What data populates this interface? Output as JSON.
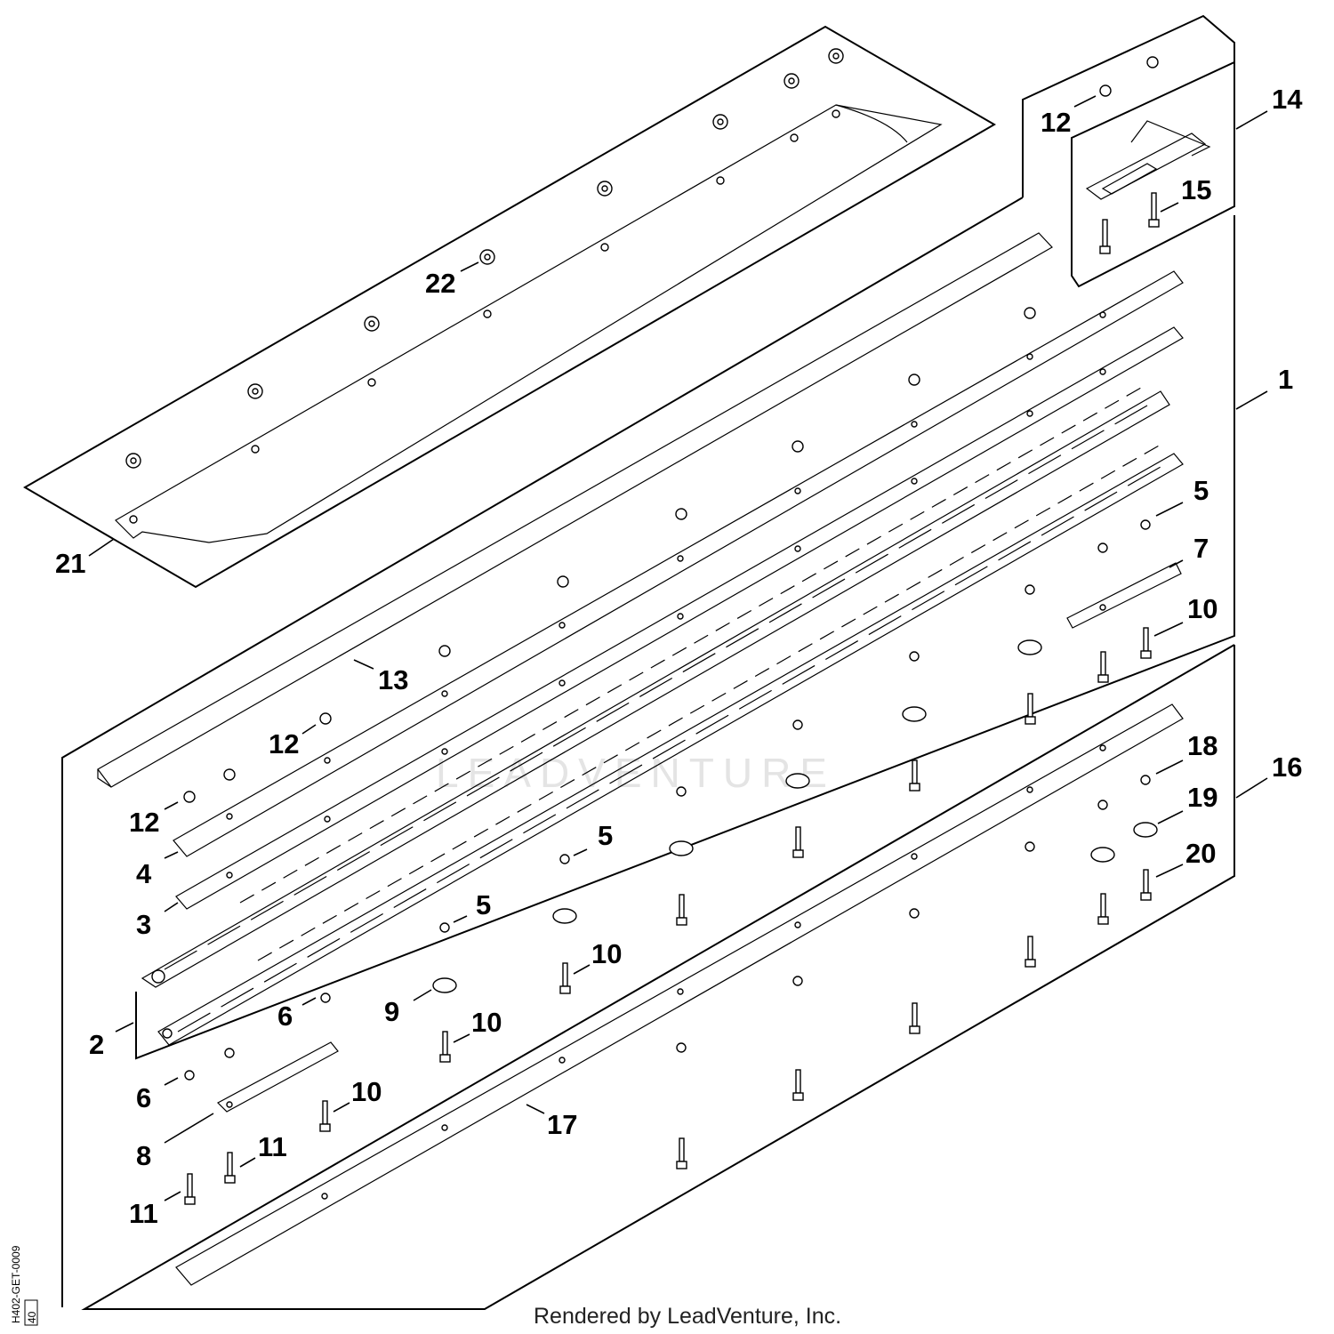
{
  "diagram": {
    "callouts": {
      "c1": "1",
      "c2": "2",
      "c3": "3",
      "c4": "4",
      "c5a": "5",
      "c5b": "5",
      "c5c": "5",
      "c6a": "6",
      "c6b": "6",
      "c7": "7",
      "c8": "8",
      "c9": "9",
      "c10a": "10",
      "c10b": "10",
      "c10c": "10",
      "c10d": "10",
      "c11a": "11",
      "c11b": "11",
      "c12a": "12",
      "c12b": "12",
      "c12c": "12",
      "c13": "13",
      "c14": "14",
      "c15": "15",
      "c16": "16",
      "c17": "17",
      "c18": "18",
      "c19": "19",
      "c20": "20",
      "c21": "21",
      "c22": "22"
    },
    "watermark": "LEADVENTURE",
    "footer": "Rendered by LeadVenture, Inc.",
    "doc_id": "H402-GET-0009",
    "doc_page": "40"
  }
}
